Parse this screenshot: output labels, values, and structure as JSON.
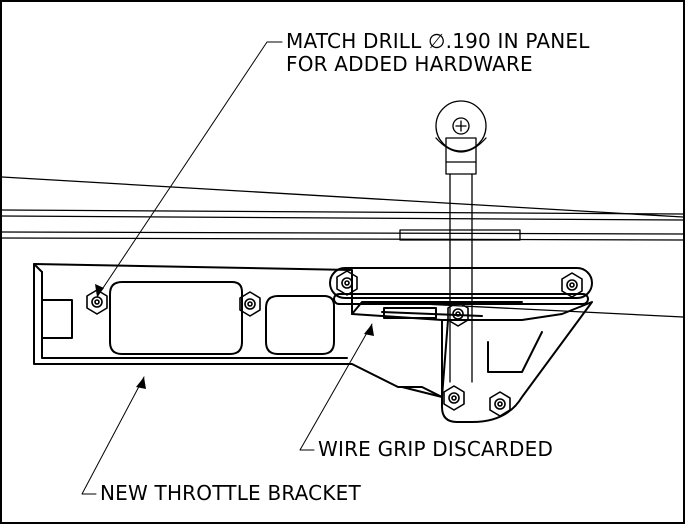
{
  "callouts": {
    "match_drill_line1": "MATCH DRILL ∅.190 IN PANEL",
    "match_drill_line2": "FOR ADDED HARDWARE",
    "wire_grip": "WIRE GRIP DISCARDED",
    "throttle_bracket": "NEW THROTTLE BRACKET"
  },
  "colors": {
    "line": "#000000",
    "background": "#ffffff"
  }
}
